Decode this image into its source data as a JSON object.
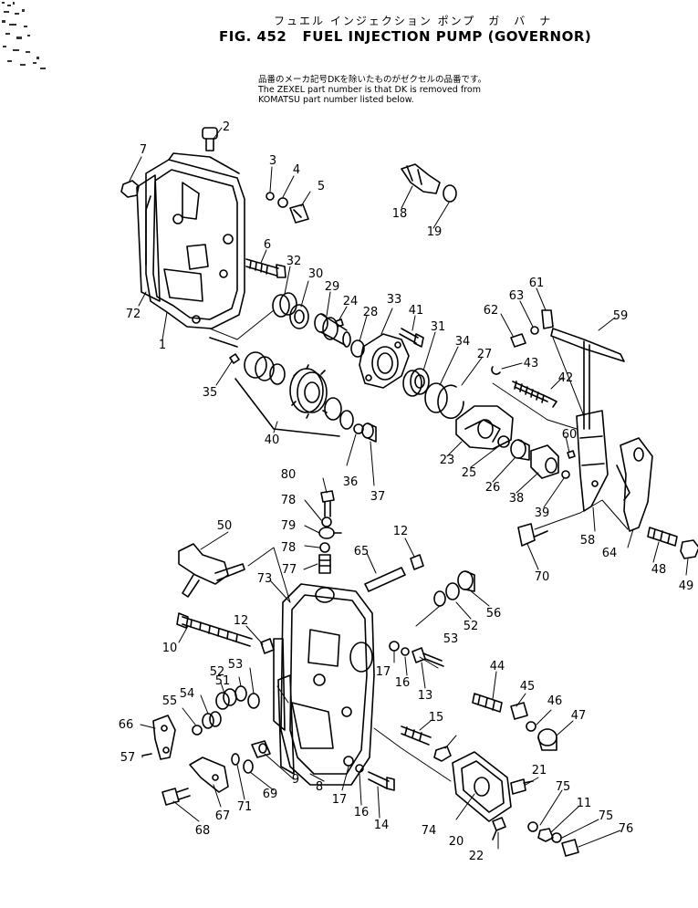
{
  "header": {
    "jp_title": "フュエル インジェクション ポンプ　ガ　バ　ナ",
    "fig_number": "FIG. 452",
    "title": "FUEL INJECTION PUMP (GOVERNOR)"
  },
  "note": {
    "jp": "品番のメーカ記号DKを除いたものがゼクセルの品番です。",
    "line1": "The ZEXEL part number is that DK is removed from",
    "line2": "KOMATSU part number listed below."
  },
  "callouts": [
    "1",
    "2",
    "3",
    "4",
    "5",
    "6",
    "7",
    "8",
    "9",
    "10",
    "11",
    "12",
    "13",
    "14",
    "15",
    "16",
    "17",
    "18",
    "19",
    "20",
    "21",
    "22",
    "23",
    "24",
    "25",
    "26",
    "27",
    "28",
    "29",
    "30",
    "31",
    "32",
    "33",
    "34",
    "35",
    "36",
    "37",
    "38",
    "39",
    "40",
    "41",
    "42",
    "43",
    "44",
    "45",
    "46",
    "47",
    "48",
    "49",
    "50",
    "51",
    "52",
    "53",
    "54",
    "55",
    "56",
    "57",
    "58",
    "59",
    "60",
    "61",
    "62",
    "63",
    "64",
    "65",
    "66",
    "67",
    "68",
    "69",
    "70",
    "71",
    "72",
    "73",
    "74",
    "75",
    "76",
    "77",
    "78",
    "79",
    "80"
  ]
}
